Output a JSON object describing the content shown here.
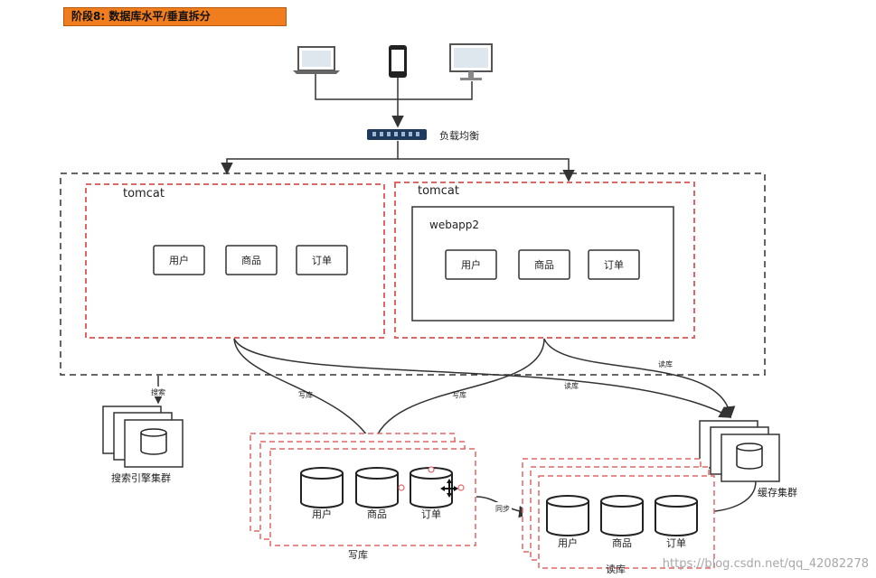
{
  "title": "阶段8: 数据库水平/垂直拆分",
  "load_balancer": {
    "label": "负载均衡"
  },
  "tomcat_left": {
    "label": "tomcat",
    "modules": [
      "用户",
      "商品",
      "订单"
    ]
  },
  "tomcat_right": {
    "label": "tomcat",
    "webapp": {
      "label": "webapp2",
      "modules": [
        "用户",
        "商品",
        "订单"
      ]
    }
  },
  "edges": {
    "search": "搜索",
    "write_left": "写库",
    "write_right": "写库",
    "read_1": "读库",
    "read_2": "读库",
    "sync": "同步"
  },
  "search_cluster": {
    "label": "搜索引擎集群"
  },
  "cache_cluster": {
    "label": "缓存集群"
  },
  "write_db": {
    "label": "写库",
    "tables": [
      "用户",
      "商品",
      "订单"
    ]
  },
  "read_db": {
    "label": "读库",
    "tables": [
      "用户",
      "商品",
      "订单"
    ]
  },
  "watermark": "https://blog.csdn.net/qq_42082278",
  "colors": {
    "title_bg": "#f07d1e",
    "red_dashed": "#e06666",
    "line": "#333333"
  }
}
